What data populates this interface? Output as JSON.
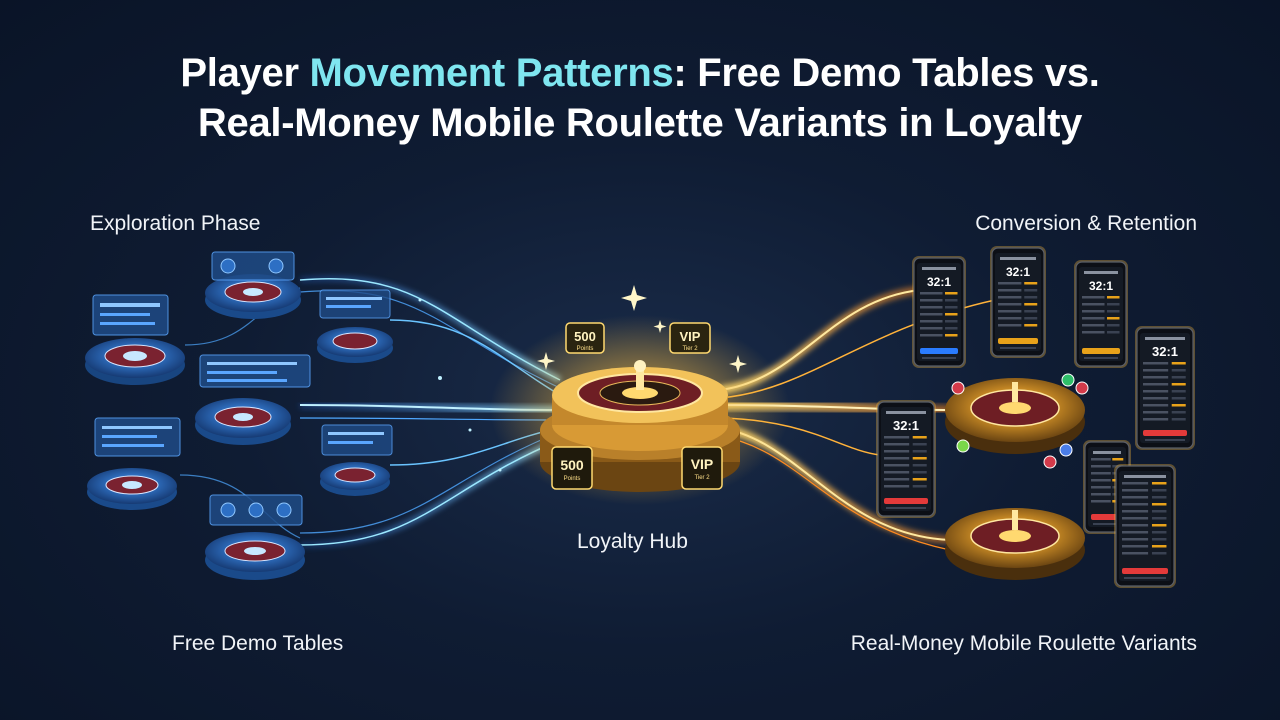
{
  "title": {
    "part1": "Player ",
    "accent": "Movement Patterns",
    "part2": ": Free Demo Tables vs.",
    "line2": "Real-Money Mobile Roulette Variants in Loyalty"
  },
  "labels": {
    "exploration": "Exploration Phase",
    "conversion": "Conversion & Retention",
    "hub": "Loyalty Hub",
    "free_demo": "Free Demo Tables",
    "real_money": "Real-Money Mobile Roulette Variants"
  },
  "hub": {
    "points_value": "500",
    "points_sub": "Points",
    "vip_label": "VIP",
    "vip_sub": "Tier 2"
  },
  "phones": {
    "odds": "32:1"
  },
  "colors": {
    "demo_blue": "#3aa0ff",
    "demo_glow": "#7fe6f0",
    "gold": "#f5b83a",
    "orange": "#ff8a1f"
  }
}
